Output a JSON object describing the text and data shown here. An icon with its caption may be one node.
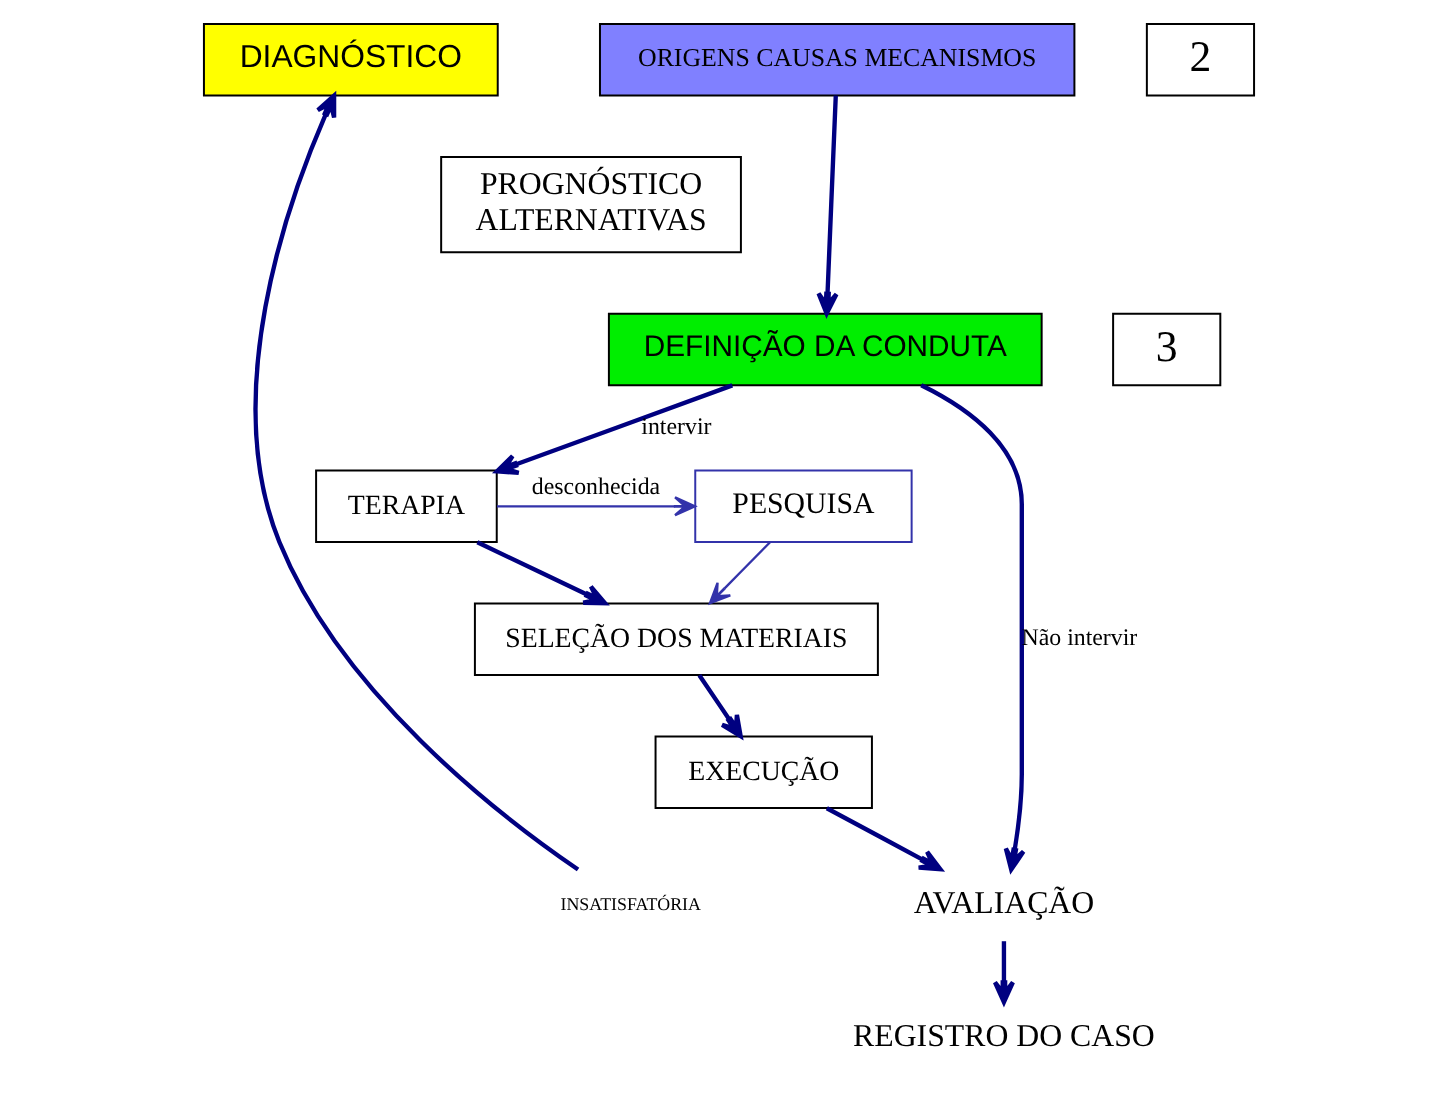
{
  "diagram": {
    "nodes": [
      {
        "text": [
          "DIAGNÓSTICO"
        ]
      },
      {
        "text": [
          "ORIGENS CAUSAS MECANISMOS"
        ]
      },
      {
        "text": [
          "2"
        ]
      },
      {
        "text": [
          "PROGNÓSTICO",
          "ALTERNATIVAS"
        ]
      },
      {
        "text": [
          "DEFINIÇÃO DA CONDUTA"
        ]
      },
      {
        "text": [
          "3"
        ]
      },
      {
        "text": [
          "TERAPIA"
        ]
      },
      {
        "text": [
          "PESQUISA"
        ]
      },
      {
        "text": [
          "SELEÇÃO DOS MATERIAIS"
        ]
      },
      {
        "text": [
          "EXECUÇÃO"
        ]
      },
      {
        "text": [
          "AVALIAÇÃO"
        ]
      },
      {
        "text": [
          "REGISTRO DO CASO"
        ]
      },
      {
        "text": [
          "INSATISFATÓRIA"
        ]
      }
    ],
    "edges": [
      {
        "from": 1,
        "to": 4,
        "arrow": "to"
      },
      {
        "from": 4,
        "to": 6,
        "arrow": "to",
        "label": "intervir"
      },
      {
        "from": 4,
        "to": 10,
        "arrow": "to",
        "label": "Não intervir"
      },
      {
        "from": 6,
        "to": 7,
        "arrow": "to",
        "label": "desconhecida",
        "color": "#3333aa"
      },
      {
        "from": 7,
        "to": 8,
        "arrow": "to",
        "color": "#3333aa"
      },
      {
        "from": 6,
        "to": 8,
        "arrow": "to"
      },
      {
        "from": 8,
        "to": 9,
        "arrow": "to"
      },
      {
        "from": 9,
        "to": 10,
        "arrow": "to"
      },
      {
        "from": 10,
        "to": 11,
        "arrow": "to"
      },
      {
        "from": 12,
        "to": 0,
        "arrow": "to"
      }
    ]
  }
}
